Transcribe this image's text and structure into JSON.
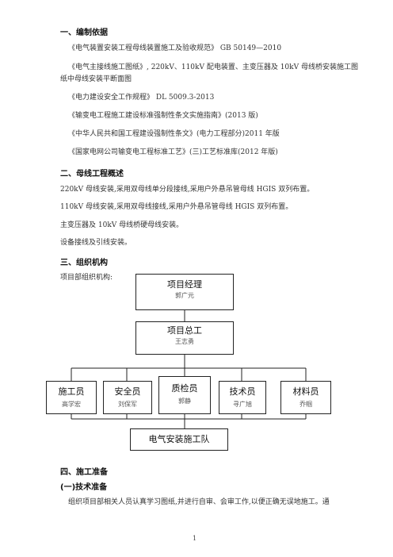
{
  "sections": {
    "s1_title": "一、编制依据",
    "s1_items": [
      "《电气装置安装工程母线装置施工及验收规范》  GB 50149—2010",
      "《电气主接线施工图纸》, 220kV、110kV 配电装置、主变压器及 10kV 母线桥安装施工图",
      "纸中母线安装平断面图",
      "《电力建设安全工作规程》  DL 5009.3-2013",
      "《输变电工程施工建设标准强制性条文实施指南》(2013 版)",
      "《中华人民共和国工程建设强制性条文》(电力工程部分)2011 年版",
      "《国家电网公司输变电工程标准工艺》(三)工艺标准库(2012 年版)"
    ],
    "s2_title": "二、母线工程概述",
    "s2_items": [
      "220kV 母线安装,采用双母线单分段接线,采用户外悬吊管母线 HGIS 双列布置。",
      "110kV 母线安装,采用双母线接线,采用户外悬吊管母线 HGIS 双列布置。",
      "主变压器及 10kV 母线桥硬母线安装。",
      "设备接线及引线安装。"
    ],
    "s3_title": "三、组织机构",
    "s3_label": "项目部组织机构:",
    "s4_title": "四、施工准备",
    "s4_sub": "(一)技术准备",
    "s4_text": "组织项目部相关人员认真学习图纸,并进行自审、会审工作,以便正确无误地施工。通"
  },
  "org": {
    "manager": {
      "title": "项目经理",
      "name": "郭广元"
    },
    "chief": {
      "title": "项目总工",
      "name": "王志勇"
    },
    "roles": [
      {
        "title": "施工员",
        "name": "高学宏"
      },
      {
        "title": "安全员",
        "name": "刘保军"
      },
      {
        "title": "质检员",
        "name": "郭静"
      },
      {
        "title": "技术员",
        "name": "寻广旭"
      },
      {
        "title": "材料员",
        "name": "乔帼"
      }
    ],
    "team": "电气安装施工队"
  },
  "page_number": "1"
}
